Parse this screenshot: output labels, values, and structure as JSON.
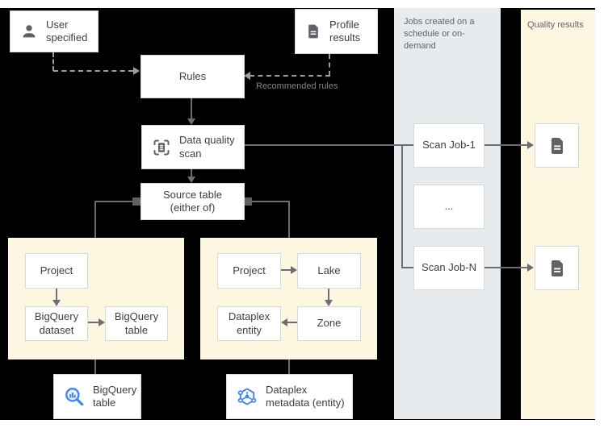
{
  "columns": {
    "jobs": {
      "label": "Jobs created on a schedule or on-demand"
    },
    "quality": {
      "label": "Quality results"
    }
  },
  "nodes": {
    "user_specified": {
      "label": "User specified"
    },
    "profile_results": {
      "label": "Profile results"
    },
    "rules": {
      "label": "Rules"
    },
    "data_quality_scan": {
      "label": "Data quality scan"
    },
    "source_table": {
      "label": "Source table (either of)"
    },
    "project_left": {
      "label": "Project"
    },
    "bigquery_dataset": {
      "label": "BigQuery dataset"
    },
    "bigquery_table_ref": {
      "label": "BigQuery table"
    },
    "project_mid": {
      "label": "Project"
    },
    "lake": {
      "label": "Lake"
    },
    "dataplex_entity": {
      "label": "Dataplex entity"
    },
    "zone": {
      "label": "Zone"
    },
    "scan_job_1": {
      "label": "Scan Job-1"
    },
    "scan_job_more": {
      "label": "..."
    },
    "scan_job_n": {
      "label": "Scan Job-N"
    },
    "bigquery_table": {
      "label": "BigQuery table"
    },
    "dataplex_metadata": {
      "label": "Dataplex metadata (entity)"
    }
  },
  "labels": {
    "recommended_rules": "Recommended rules"
  },
  "icons": {
    "person": "person-icon",
    "document": "document-icon",
    "data_quality_scan": "scan-frame-document-icon",
    "bigquery": "bigquery-magnifier-icon",
    "dataplex": "dataplex-hexagon-icon"
  },
  "colors": {
    "background": "#000000",
    "panel_yellow": "#fdf7e2",
    "panel_gray": "#e8ebee",
    "node_border": "#d6d9dc",
    "line": "#6b6f73",
    "dashed_line": "#9e9e9e",
    "icon_gray": "#5f6368",
    "accent_blue": "#4285f4",
    "text": "#3c4043",
    "muted_text": "#80868b"
  }
}
